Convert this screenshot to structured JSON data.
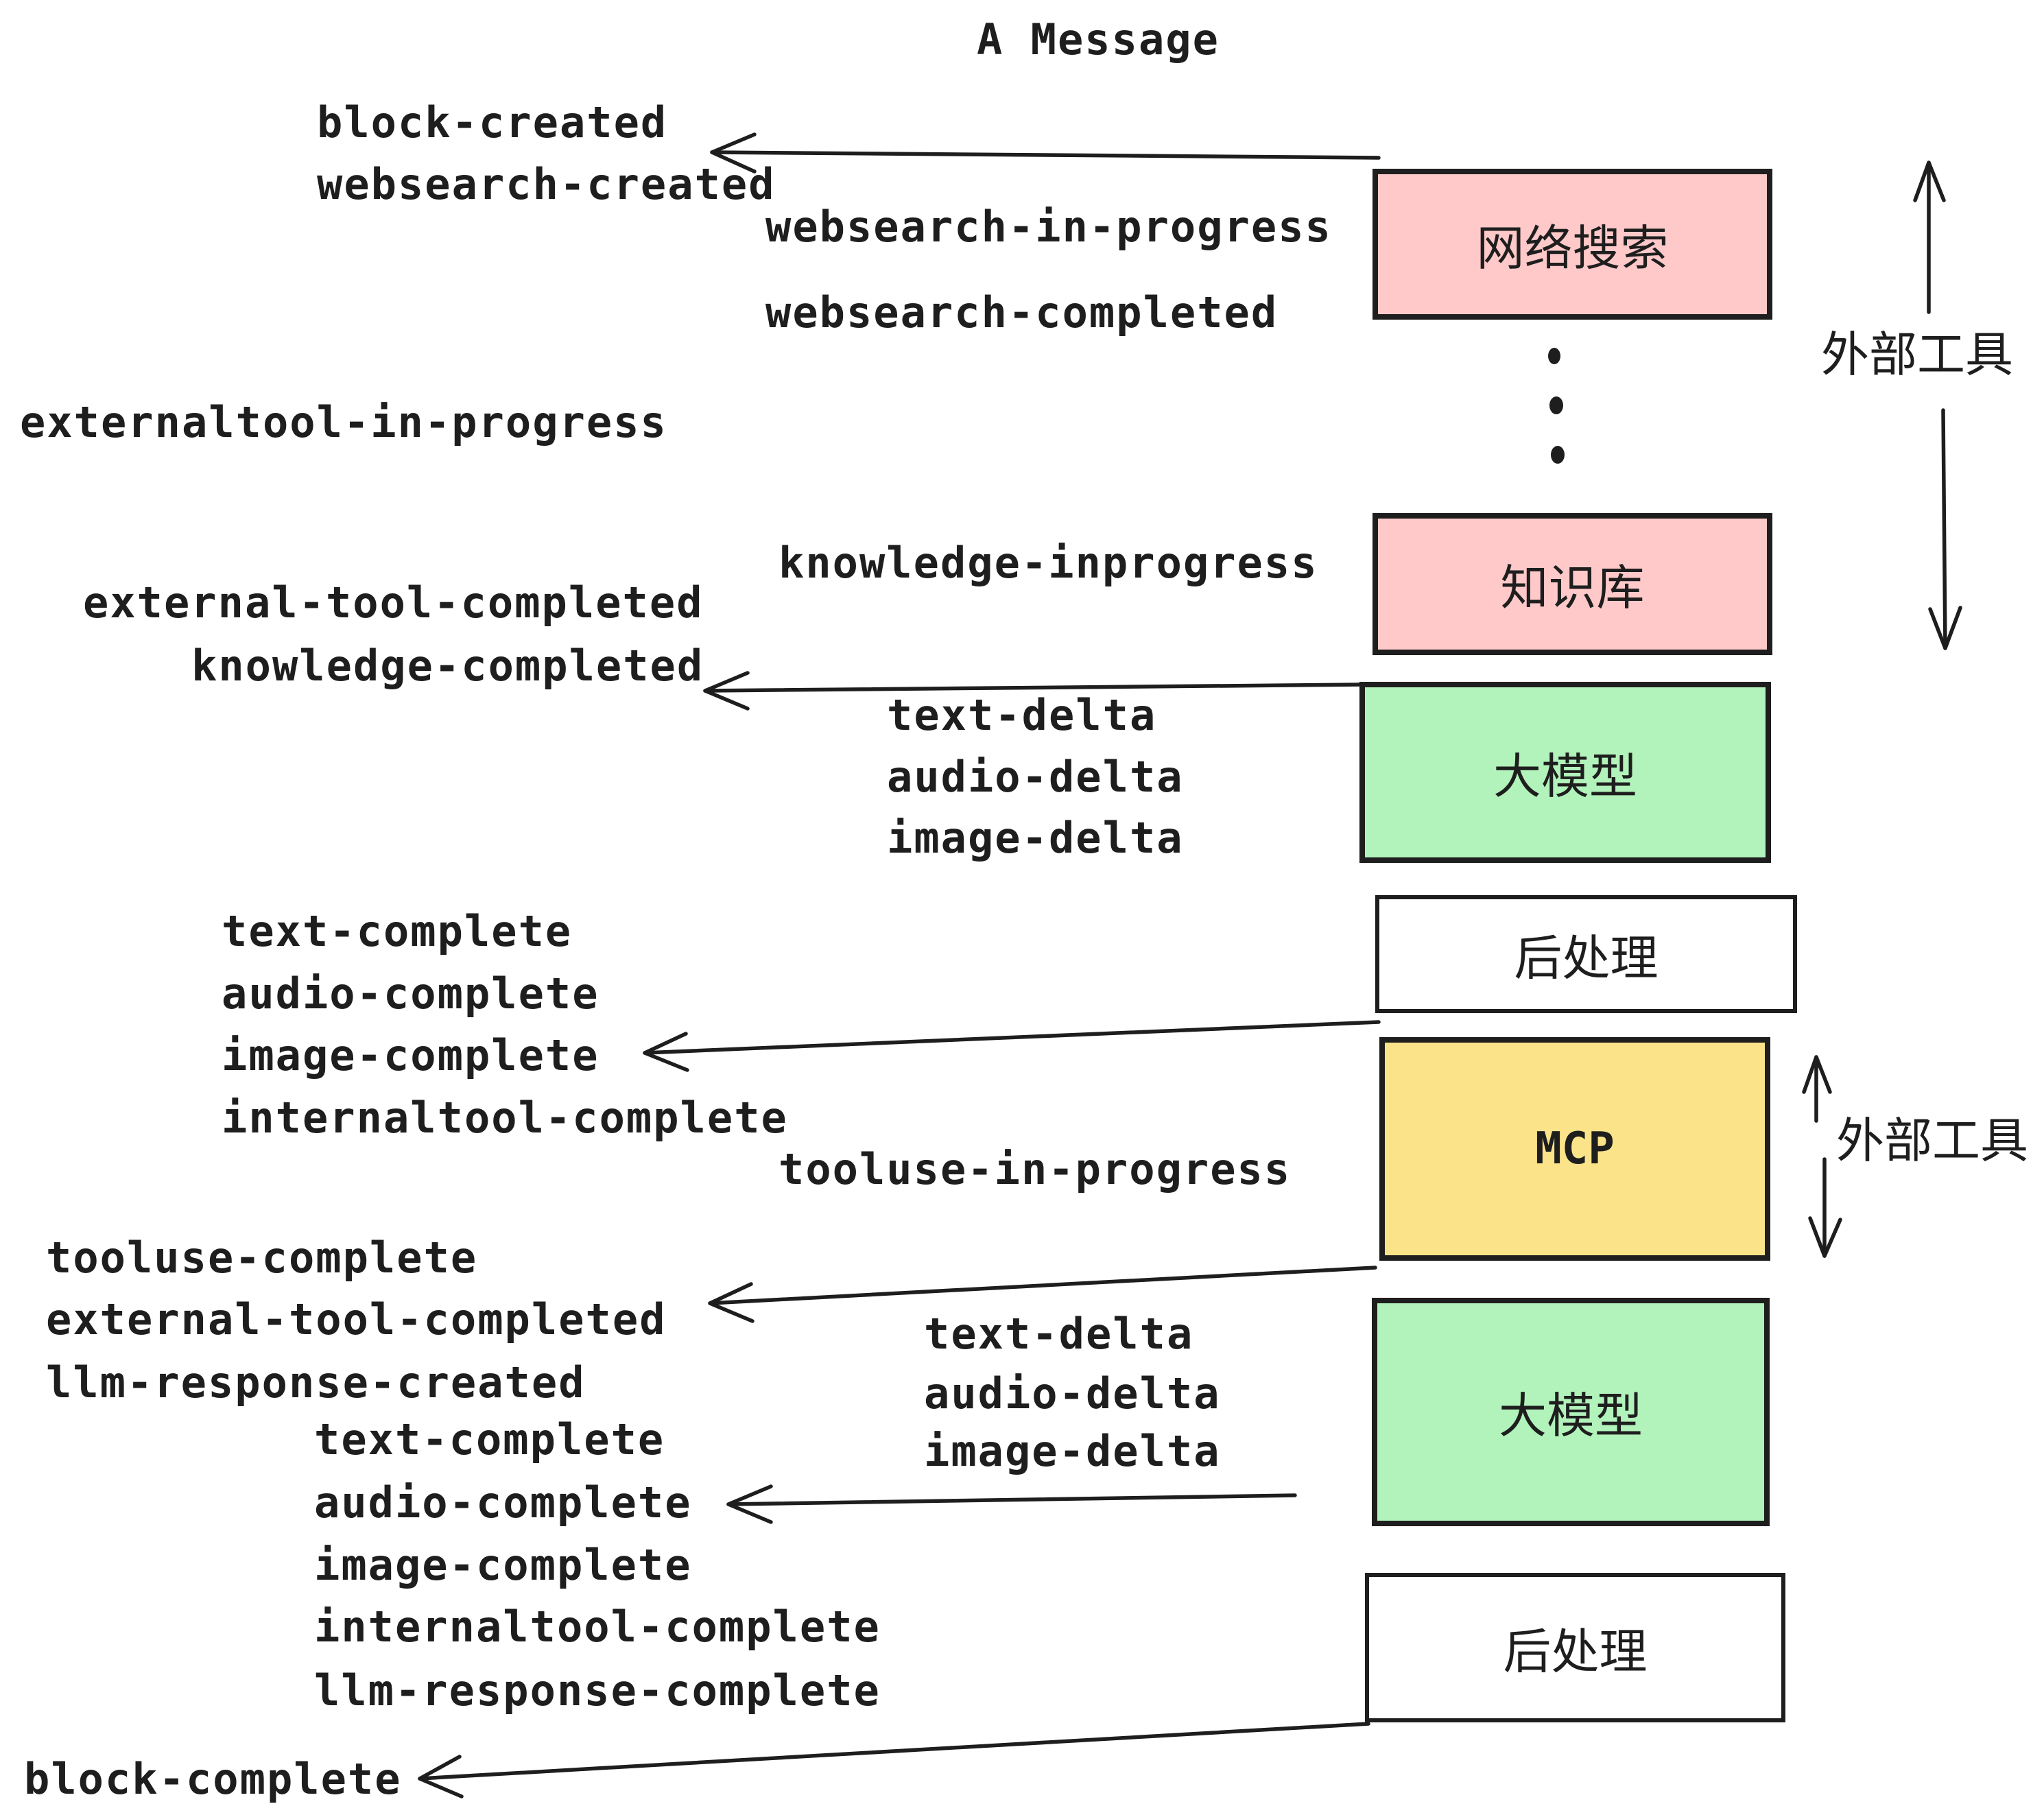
{
  "title": "A Message",
  "events": [
    "block-created",
    "websearch-created",
    "websearch-in-progress",
    "websearch-completed",
    "externaltool-in-progress",
    "knowledge-inprogress",
    "external-tool-completed",
    "knowledge-completed",
    "text-delta",
    "audio-delta",
    "image-delta",
    "text-complete",
    "audio-complete",
    "image-complete",
    "internaltool-complete",
    "tooluse-in-progress",
    "tooluse-complete",
    "external-tool-completed",
    "llm-response-created",
    "text-delta",
    "audio-delta",
    "image-delta",
    "text-complete",
    "audio-complete",
    "image-complete",
    "internaltool-complete",
    "llm-response-complete",
    "block-complete"
  ],
  "boxes": {
    "websearch": {
      "label": "网络搜索",
      "fill": "#ffc9c9"
    },
    "knowledge": {
      "label": "知识库",
      "fill": "#ffc9c9"
    },
    "llm1": {
      "label": "大模型",
      "fill": "#b2f2bb"
    },
    "postprocess1": {
      "label": "后处理",
      "fill": "#ffffff"
    },
    "mcp": {
      "label": "MCP",
      "fill": "#fbe38a"
    },
    "llm2": {
      "label": "大模型",
      "fill": "#b2f2bb"
    },
    "postprocess2": {
      "label": "后处理",
      "fill": "#ffffff"
    }
  },
  "side_labels": {
    "external_tools_top": "外部工具",
    "external_tools_mcp": "外部工具"
  },
  "colors": {
    "stroke": "#1e1e1e",
    "pink": "#ffc9c9",
    "green": "#b2f2bb",
    "yellow": "#fbe38a",
    "white": "#ffffff"
  }
}
